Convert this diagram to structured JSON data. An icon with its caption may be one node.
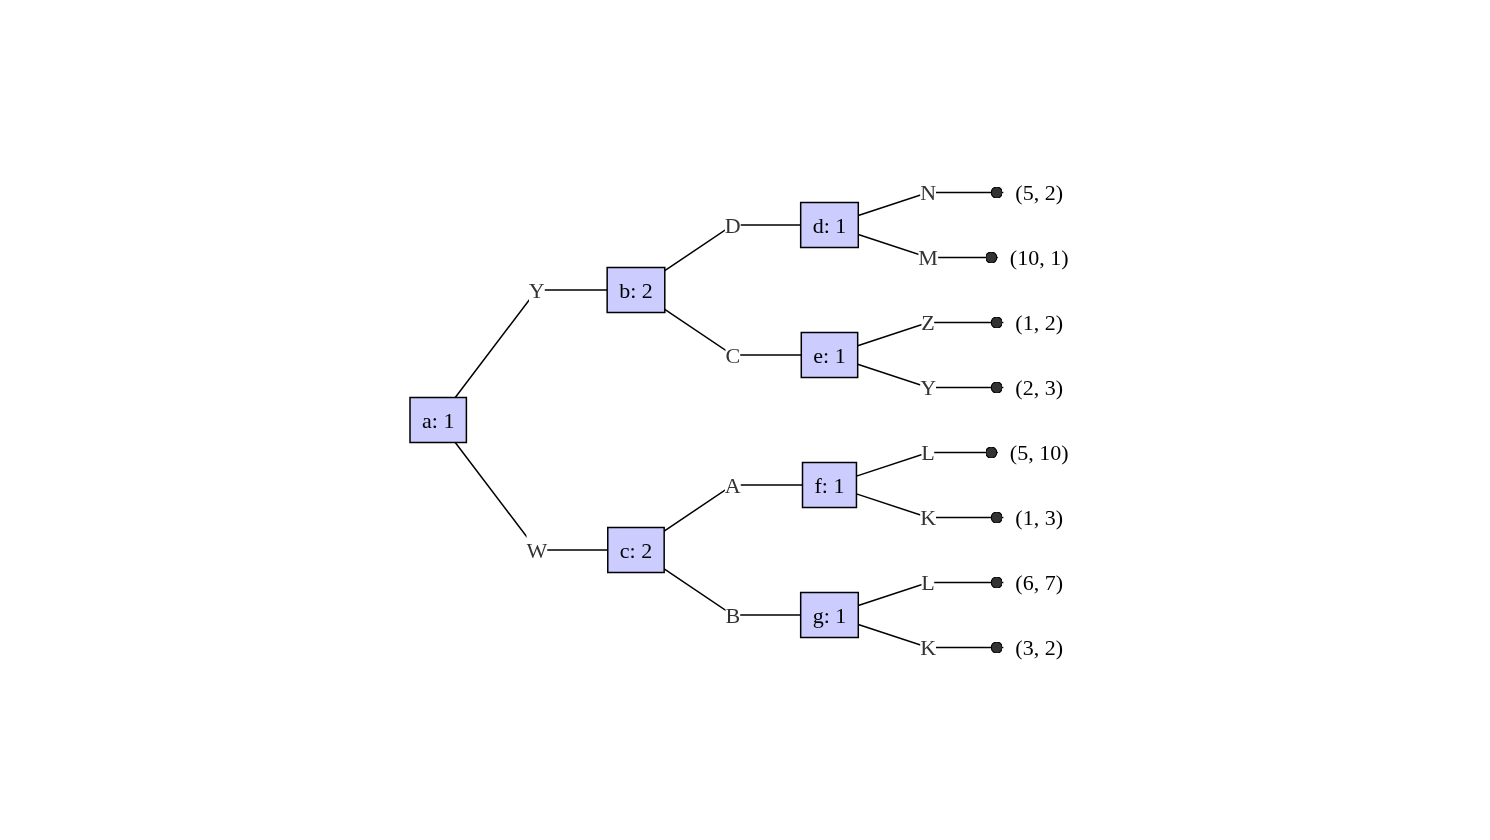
{
  "diagram": {
    "nodes": [
      {
        "text": [
          "a: 1"
        ]
      },
      {
        "text": [
          "b: 2"
        ]
      },
      {
        "text": [
          "c: 2"
        ]
      },
      {
        "text": [
          "d: 1"
        ]
      },
      {
        "text": [
          "e: 1"
        ]
      },
      {
        "text": [
          "f: 1"
        ]
      },
      {
        "text": [
          "g: 1"
        ]
      },
      {
        "text": [
          "(5, 2)"
        ]
      },
      {
        "text": [
          "(10, 1)"
        ]
      },
      {
        "text": [
          "(1, 2)"
        ]
      },
      {
        "text": [
          "(2, 3)"
        ]
      },
      {
        "text": [
          "(5, 10)"
        ]
      },
      {
        "text": [
          "(1, 3)"
        ]
      },
      {
        "text": [
          "(6, 7)"
        ]
      },
      {
        "text": [
          "(3, 2)"
        ]
      }
    ],
    "edges": [
      {
        "from": 0,
        "to": 1,
        "arrow": "none",
        "label": "Y"
      },
      {
        "from": 0,
        "to": 2,
        "arrow": "none",
        "label": "W"
      },
      {
        "from": 1,
        "to": 3,
        "arrow": "none",
        "label": "D"
      },
      {
        "from": 1,
        "to": 4,
        "arrow": "none",
        "label": "C"
      },
      {
        "from": 2,
        "to": 5,
        "arrow": "none",
        "label": "A"
      },
      {
        "from": 2,
        "to": 6,
        "arrow": "none",
        "label": "B"
      },
      {
        "from": 3,
        "to": 7,
        "arrow": "other",
        "label": "N"
      },
      {
        "from": 3,
        "to": 8,
        "arrow": "other",
        "label": "M"
      },
      {
        "from": 4,
        "to": 9,
        "arrow": "other",
        "label": "Z"
      },
      {
        "from": 4,
        "to": 10,
        "arrow": "other",
        "label": "Y"
      },
      {
        "from": 5,
        "to": 11,
        "arrow": "other",
        "label": "L"
      },
      {
        "from": 5,
        "to": 12,
        "arrow": "other",
        "label": "K"
      },
      {
        "from": 6,
        "to": 13,
        "arrow": "other",
        "label": "L"
      },
      {
        "from": 6,
        "to": 14,
        "arrow": "other",
        "label": "K"
      }
    ]
  }
}
